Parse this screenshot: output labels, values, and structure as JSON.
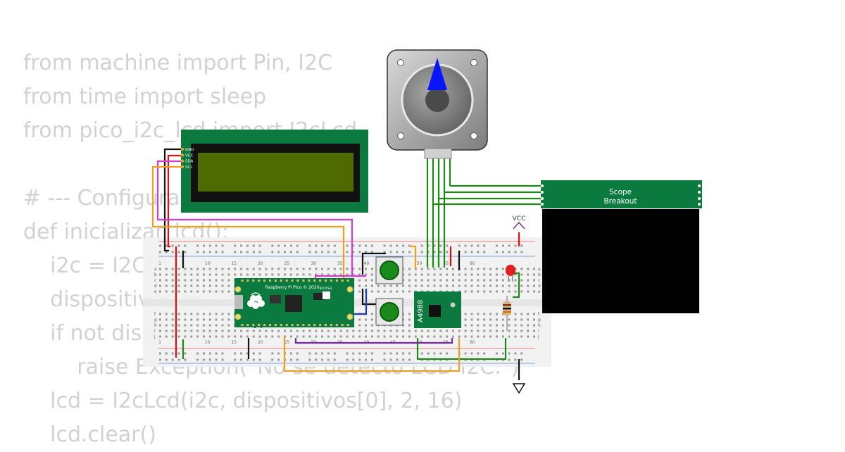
{
  "code": {
    "lines": [
      "from machine import Pin, I2C",
      "from time import sleep",
      "from pico_i2c_lcd import I2cLcd",
      "",
      "# --- Configuración LCD ---",
      "def inicializar_lcd():",
      "    i2c = I2C(0, sda=Pin(0), scl=Pin(1), freq=400000)",
      "    dispositivos = i2c.scan()",
      "    if not dispositivos:",
      "        raise Exception(\"No se detectó LCD I2C.\")",
      "    lcd = I2cLcd(i2c, dispositivos[0], 2, 16)",
      "    lcd.clear()"
    ]
  },
  "lcd": {
    "pins": [
      "GND",
      "VCC",
      "SDA",
      "SCL"
    ],
    "screen_color": "#4f6b00"
  },
  "scope": {
    "title": "Scope",
    "subtitle": "Breakout"
  },
  "pico": {
    "label": "Raspberry Pi Pico © 2020",
    "bootsel": "BOOTSEL"
  },
  "driver": {
    "label": "A4988"
  },
  "power": {
    "vcc": "VCC"
  },
  "breadboard": {
    "column_numbers_top": [
      "1",
      "10",
      "15",
      "20",
      "25",
      "30",
      "35",
      "40",
      "45",
      "50",
      "55",
      "60"
    ],
    "column_numbers_bottom": [
      "1",
      "10",
      "15",
      "20",
      "25",
      "30",
      "35",
      "40",
      "45",
      "50",
      "55",
      "60"
    ],
    "row_letters_top": [
      "a",
      "b",
      "c",
      "d",
      "e"
    ],
    "row_letters_bottom": [
      "f",
      "g",
      "h",
      "i",
      "j"
    ]
  },
  "colors": {
    "board_green": "#0b7a3e",
    "motor_pointer": "#0a15ff",
    "wire_green": "#1b8a12",
    "wire_red": "#e01010",
    "wire_orange": "#f0a020",
    "wire_magenta": "#d43ad4",
    "wire_blue": "#1a3ad0",
    "wire_black": "#111111",
    "wire_purple": "#7a2aa0"
  }
}
